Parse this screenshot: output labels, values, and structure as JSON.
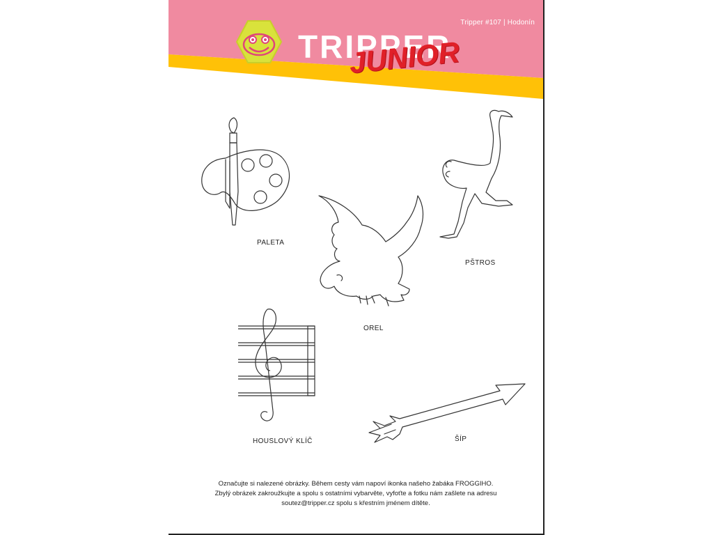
{
  "header": {
    "issue": "Tripper #107 | Hodonín",
    "brand": "TRIPPER",
    "brand_sub": "JUNIOR",
    "colors": {
      "pink": "#f08aa0",
      "yellow": "#ffc107",
      "red": "#e02028",
      "logo": "#d9e23b"
    }
  },
  "pictures": [
    {
      "id": "paleta",
      "label": "PALETA"
    },
    {
      "id": "pstros",
      "label": "PŠTROS"
    },
    {
      "id": "orel",
      "label": "OREL"
    },
    {
      "id": "housle",
      "label": "HOUSLOVÝ KLÍČ"
    },
    {
      "id": "sip",
      "label": "ŠÍP"
    }
  ],
  "footer": {
    "line1": "Označujte si nalezené obrázky. Během cesty vám napoví ikonka našeho žabáka FROGGIHO.",
    "line2": "Zbylý obrázek zakroužkujte a spolu s ostatními vybarvěte, vyfoťte a fotku nám zašlete na adresu",
    "line3": "soutez@tripper.cz spolu s křestním jménem dítěte."
  }
}
